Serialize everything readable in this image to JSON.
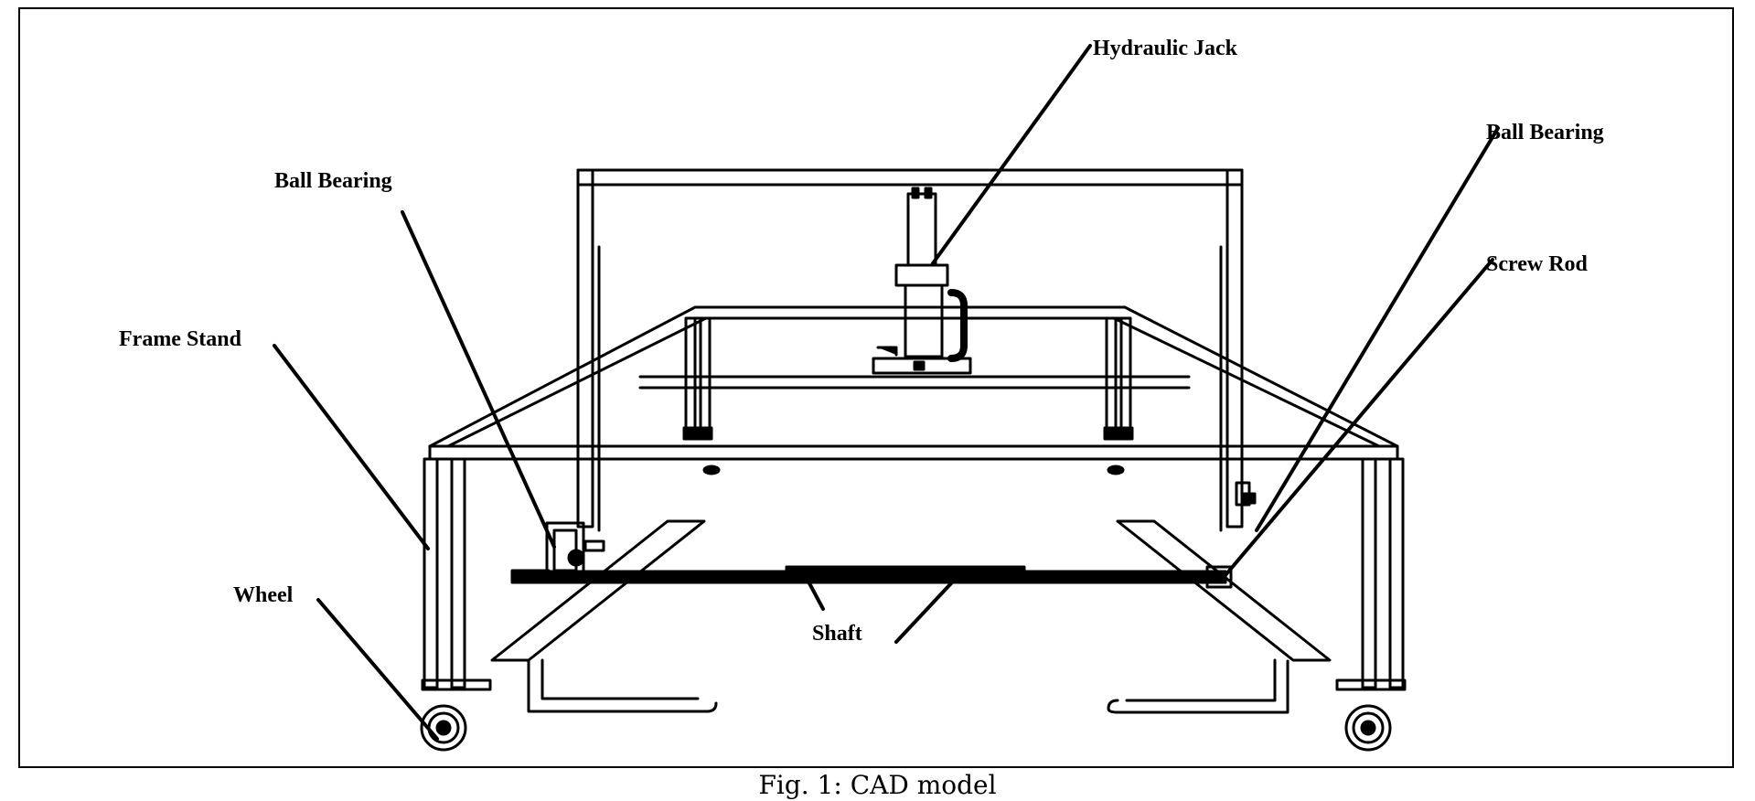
{
  "figure": {
    "caption": "Fig. 1: CAD model",
    "labels": {
      "hydraulic_jack": "Hydraulic Jack",
      "ball_bearing_left": "Ball Bearing",
      "ball_bearing_right": "Ball Bearing",
      "screw_rod": "Screw Rod",
      "frame_stand": "Frame Stand",
      "wheel": "Wheel",
      "shaft": "Shaft"
    }
  }
}
